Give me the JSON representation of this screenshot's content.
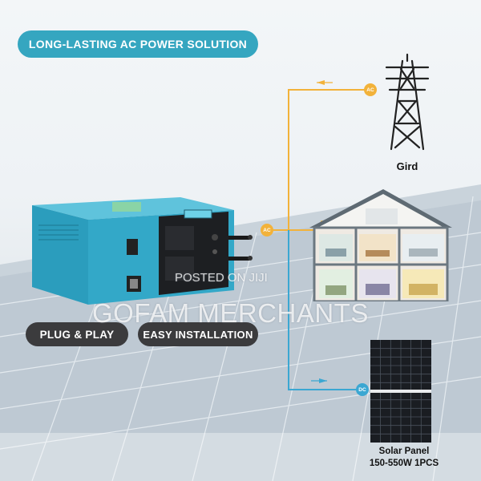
{
  "header": {
    "title": "LONG-LASTING AC POWER SOLUTION"
  },
  "features": {
    "plug_play": "PLUG & PLAY",
    "easy_install": "EASY INSTALLATION"
  },
  "grid": {
    "label": "Gird",
    "badge": "AC"
  },
  "house": {
    "badge": "AC"
  },
  "solar": {
    "label_line1": "Solar Panel",
    "label_line2": "150-550W 1PCS",
    "badge": "DC"
  },
  "watermark": {
    "small": "POSTED ON JIJI",
    "large": "GOFAM MERCHANTS"
  },
  "colors": {
    "accent": "#35a6c0",
    "ac_line": "#f2b23a",
    "dc_line": "#3ba7d2",
    "inverter_body": "#2fa6c6"
  }
}
